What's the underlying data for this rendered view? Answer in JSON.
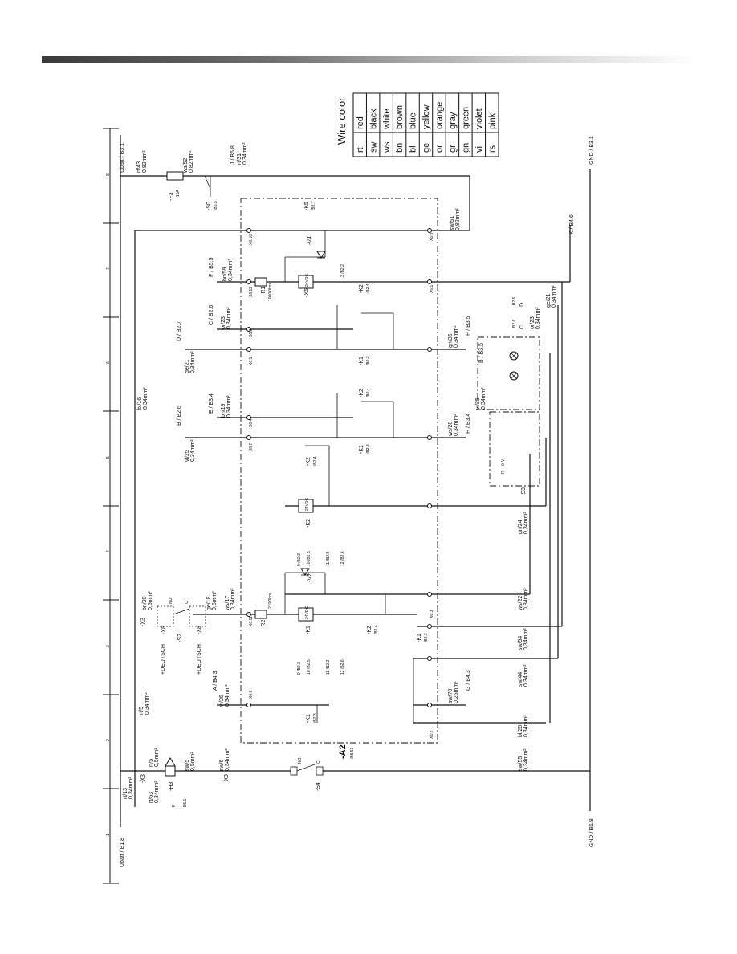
{
  "wire_color": {
    "title": "Wire color",
    "rows": [
      {
        "code": "rt",
        "name": "red"
      },
      {
        "code": "sw",
        "name": "black"
      },
      {
        "code": "ws",
        "name": "white"
      },
      {
        "code": "bn",
        "name": "brown"
      },
      {
        "code": "bl",
        "name": "blue"
      },
      {
        "code": "ge",
        "name": "yellow"
      },
      {
        "code": "or",
        "name": "orange"
      },
      {
        "code": "gr",
        "name": "gray"
      },
      {
        "code": "gn",
        "name": "green"
      },
      {
        "code": "vi",
        "name": "violet"
      },
      {
        "code": "rs",
        "name": "pink"
      }
    ]
  },
  "rails": {
    "ubatt_left": "Ubatt / B1.8",
    "ubatt_right": "Ubatt / B3.1",
    "gnd_left": "GND / B1.8",
    "gnd_right": "GND / B3.1"
  },
  "grid_numbers": [
    "1",
    "2",
    "3",
    "4",
    "5",
    "6",
    "7",
    "8"
  ],
  "components": {
    "a2": "-A2",
    "a2_ref": "/B5.51",
    "f3": "-F3",
    "f3_rating": "15A",
    "s0": "-S0",
    "s0_ref": "/B5.5",
    "h3": "-H3",
    "x3_a": "-X3",
    "x3_b": "-X3",
    "x3_c": "-X3",
    "x8_a": "-X8",
    "x8_b": "-X8",
    "s2": "-S2",
    "s4": "-S4",
    "s3": "-S3",
    "k1_a": "-K1",
    "k1_a_ref": "/B2.3",
    "k1_b": "-K1",
    "k1_c": "-K1",
    "k1_c_ref": "/B2.3",
    "k1_d": "-K1",
    "k1_d_ref": "/B2.3",
    "k1_e": "-K1",
    "k1_e_ref": "/B2.3",
    "k2_a": "-K2",
    "k2_a_ref": "/B2.4",
    "k2_b": "-K2",
    "k2_c": "-K2",
    "k2_c_ref": "/B2.4",
    "k2_d": "-K2",
    "k2_d_ref": "/B2.4",
    "k2_e": "-K2",
    "k2_e_ref": "/B2.4",
    "k2_f": "-K2",
    "k2_f_ref": "/B2.4",
    "v2": "-V2",
    "v4": "-V4",
    "r1": "-R1",
    "r1_value": "1000Ohm",
    "r2": "-R2",
    "r2_value": "270Ohm",
    "k5": "-K5",
    "k5_ref": "/B2.7",
    "x6": "-X6",
    "deutsch_a": "+DEUTSCH",
    "deutsch_b": "+DEUTSCH",
    "relay_code": "24VDC"
  },
  "wires": {
    "rt13": "rt/13",
    "rt13_size": "0,34mm²",
    "rt63": "rt/63",
    "rt63_size": "0,34mm²",
    "rt5_a": "rt/5",
    "rt5_a_size": "0,5mm²",
    "rt5_b": "rt/5",
    "rt5_b_size": "0,34mm²",
    "sw5": "sw/5",
    "sw5_size": "0,5mm²",
    "sw6": "sw/6",
    "sw6_size": "0,34mm²",
    "rt43": "rt/43",
    "rt43_size": "0,82mm²",
    "ws52": "ws/52",
    "ws52_size": "0,82mm²",
    "rt31": "rt/31",
    "rt31_size": "0,34mm²",
    "bl16": "bl/16",
    "bl16_size": "0,34mm²",
    "bn20": "bn/20",
    "bn20_size": "0,5mm²",
    "ge18": "ge/18",
    "ge18_size": "0,5mm²",
    "ws17": "ws/17",
    "ws17_size": "0,34mm²",
    "vi26": "vi/26",
    "vi26_size": "0,34mm²",
    "vi25_a": "vi/25",
    "vi25_a_size": "0,34mm²",
    "ge21_a": "ge/21",
    "ge21_a_size": "0,34mm²",
    "bn19": "bn/19",
    "bn19_size": "0,34mm²",
    "or23_a": "or/23",
    "or23_a_size": "0,34mm²",
    "bn59": "bn/59",
    "bn59_size": "0,34mm²",
    "sw51": "sw/51",
    "sw51_size": "0,82mm²",
    "gn35": "gn/35",
    "gn35_size": "0,34mm²",
    "ws28": "ws/28",
    "ws28_size": "0,34mm²",
    "sw70": "sw/70",
    "sw70_size": "0,25mm²",
    "vi25_b": "vi/25",
    "vi25_b_size": "0,34mm²",
    "or23_b": "or/23",
    "or23_b_size": "0,34mm²",
    "ge21_b": "ge/21",
    "ge21_b_size": "0,34mm²",
    "gn24": "gn/24",
    "gn24_size": "0,34mm²",
    "ws22": "ws/22",
    "ws22_size": "0,34mm²",
    "sw54": "sw/54",
    "sw54_size": "0,34mm²",
    "sw44": "sw/44",
    "sw44_size": "0,34mm²",
    "bl26": "bl/26",
    "bl26_size": "0,34mm²",
    "sw55": "sw/55",
    "sw55_size": "0,34mm²"
  },
  "terminals": {
    "x6_1": "X6:1",
    "x6_2": "X6:2",
    "x6_3": "X6:3",
    "x6_4": "X6:4",
    "x6_5": "X6:5",
    "x6_6": "X6:6",
    "x6_7": "X6:7",
    "x6_8": "X6:8",
    "x6_9": "X6:9",
    "x6_10": "X6:10",
    "x6_11": "X6:11",
    "x6_12": "X6:12"
  },
  "refs": {
    "ref_j": "J / B5.8",
    "ref_k": "K / B4.6",
    "ref_f": "F / B5.5",
    "ref_d_top": "D / B2.7",
    "ref_c_top": "C / B2.6",
    "ref_b_top": "B / B2.6",
    "ref_e_top": "E / B3.4",
    "ref_a": "A / B4.3",
    "ref_g": "G / B4.3",
    "ref_h": "H / B3.4",
    "ref_f2": "F / B3.5",
    "ref_b2": "B / B3.5",
    "ref_d2": "D",
    "ref_c2": "C",
    "b26": "B2.6",
    "b26b": "B2.6"
  },
  "contact_refs": {
    "k1_list": [
      "9 /B2.3",
      "10 /B2.5",
      "11 /B2.2",
      "12 /B2.6"
    ],
    "k2_list": [
      "9 /B2.3",
      "10 /B2.5",
      "11 /B2.5",
      "12 /B2.6"
    ],
    "v4_ref": "3 /B2.2"
  },
  "switch_pos": {
    "s4_no": "NO",
    "s4_c": "C",
    "s2_no": "NO",
    "s2_c": "C",
    "s3_r": "R",
    "s3_0": "0",
    "s3_v": "V",
    "h3_p": "P",
    "h3_ref": "B5.1"
  }
}
